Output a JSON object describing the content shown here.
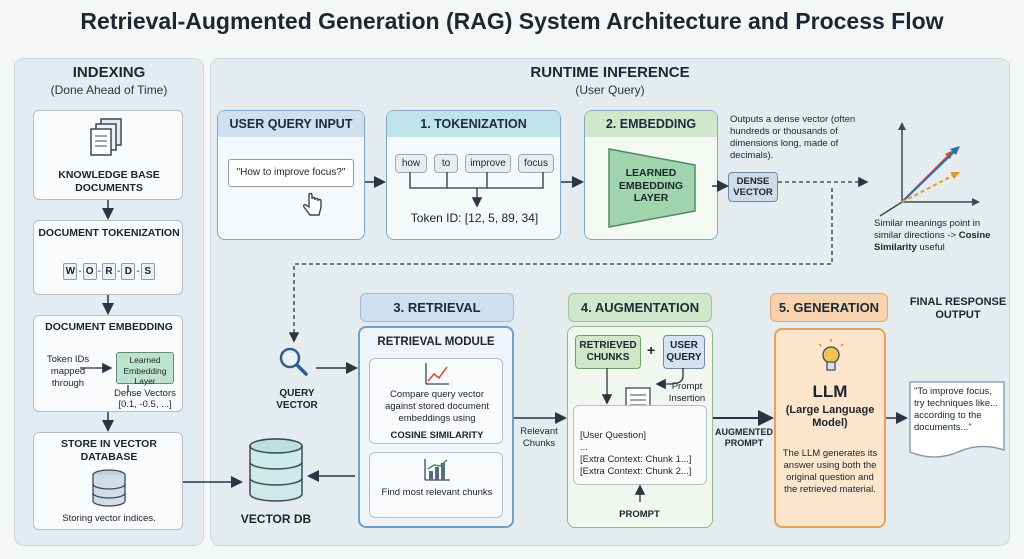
{
  "title": "Retrieval-Augmented Generation (RAG) System Architecture and Process Flow",
  "indexing": {
    "heading": "INDEXING",
    "subheading": "(Done Ahead of Time)",
    "kb_label": "KNOWLEDGE BASE DOCUMENTS",
    "tokenization_label": "DOCUMENT TOKENIZATION",
    "letters": [
      "W",
      "O",
      "R",
      "D",
      "S"
    ],
    "embedding_label": "DOCUMENT EMBEDDING",
    "token_ids_text": "Token IDs mapped through",
    "embedding_layer": "Learned Embedding Layer",
    "dense_vectors": "Dense Vectors",
    "dense_values": "[0.1, -0.5, ...]",
    "store_label": "STORE IN VECTOR DATABASE",
    "store_caption": "Storing vector indices."
  },
  "runtime": {
    "heading": "RUNTIME INFERENCE",
    "subheading": "(User Query)",
    "query_input": {
      "header": "USER QUERY INPUT",
      "query": "\"How to improve focus?\""
    },
    "tokenization": {
      "header": "1. TOKENIZATION",
      "tokens": [
        "how",
        "to",
        "improve",
        "focus"
      ],
      "token_ids": "Token ID: [12,  5,  89,  34]"
    },
    "embedding": {
      "header": "2. EMBEDDING",
      "layer": "LEARNED EMBEDDING LAYER",
      "dense": "DENSE VECTOR",
      "note": "Outputs a dense vector (often hundreds or thousands of dimensions long, made of decimals).",
      "similar_note": "Similar meanings point in similar directions ->",
      "cosine": "Cosine Similarity",
      "useful": "useful"
    },
    "retrieval": {
      "header": "3. RETRIEVAL",
      "module": "RETRIEVAL MODULE",
      "compare": "Compare query vector against stored document embeddings using",
      "cosine": "COSINE SIMILARITY",
      "find": "Find most relevant chunks",
      "query_vector": "QUERY VECTOR",
      "vector_db": "VECTOR DB",
      "relevant": "Relevant Chunks"
    },
    "augmentation": {
      "header": "4. AUGMENTATION",
      "retrieved": "RETRIEVED CHUNKS",
      "plus": "+",
      "user_query": "USER QUERY",
      "insertion": "Prompt Insertion",
      "prompt_lines": [
        "[User Question]",
        "...",
        "[Extra Context: Chunk 1...]",
        "[Extra Context: Chunk 2...]"
      ],
      "prompt_label": "PROMPT",
      "augmented": "AUGMENTED PROMPT"
    },
    "generation": {
      "header": "5. GENERATION",
      "llm": "LLM",
      "llm_full": "(Large Language Model)",
      "desc": "The LLM generates its answer using both the original question and the retrieved material."
    },
    "final": {
      "header": "FINAL RESPONSE OUTPUT",
      "response": "\"To improve focus, try techniques like... according to the documents...\""
    }
  },
  "colors": {
    "blue_head": "#cfe0f0",
    "teal_head": "#bfe3ea",
    "green_head": "#cfe8c9",
    "orange_head": "#f8d3ad",
    "embed_green": "#9fd4ac",
    "llm_fill": "#fde6cc",
    "orange_border": "#e8a05a"
  }
}
